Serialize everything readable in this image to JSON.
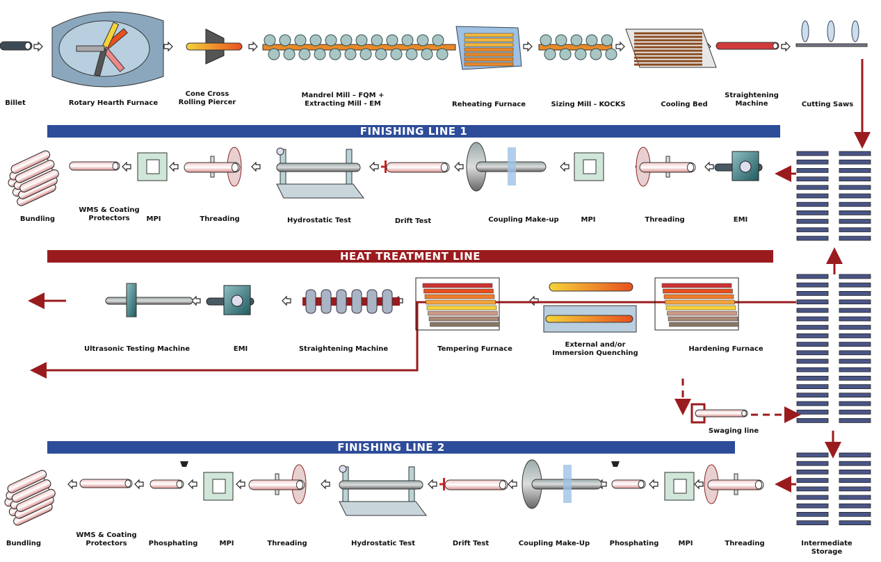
{
  "colors": {
    "finishing_banner": "#2d4c99",
    "heat_banner": "#9a1b1e",
    "flow_arrow": "#9a1b1e",
    "rack_bar": "#4a5587"
  },
  "banners": {
    "finishing_line_1": "FINISHING LINE 1",
    "heat_treatment_line": "HEAT TREATMENT LINE",
    "finishing_line_2": "FINISHING LINE 2"
  },
  "row1": [
    {
      "lines": [
        "Billet"
      ]
    },
    {
      "lines": [
        "Rotary Hearth Furnace"
      ]
    },
    {
      "lines": [
        "Cone Cross",
        "Rolling Piercer"
      ]
    },
    {
      "lines": [
        "Mandrel Mill – FQM +",
        "Extracting Mill - EM"
      ]
    },
    {
      "lines": [
        "Reheating Furnace"
      ]
    },
    {
      "lines": [
        "Sizing Mill - KOCKS"
      ]
    },
    {
      "lines": [
        "Cooling Bed"
      ]
    },
    {
      "lines": [
        "Straightening",
        "Machine"
      ]
    },
    {
      "lines": [
        "Cutting Saws"
      ]
    }
  ],
  "row2": [
    {
      "lines": [
        "Bundling"
      ]
    },
    {
      "lines": [
        "WMS & Coating",
        "Protectors"
      ]
    },
    {
      "lines": [
        "MPI"
      ]
    },
    {
      "lines": [
        "Threading"
      ]
    },
    {
      "lines": [
        "Hydrostatic Test"
      ]
    },
    {
      "lines": [
        "Drift Test"
      ]
    },
    {
      "lines": [
        "Coupling Make-up"
      ]
    },
    {
      "lines": [
        "MPI"
      ]
    },
    {
      "lines": [
        "Threading"
      ]
    },
    {
      "lines": [
        "EMI"
      ]
    }
  ],
  "row3": [
    {
      "lines": [
        "Ultrasonic Testing Machine"
      ]
    },
    {
      "lines": [
        "EMI"
      ]
    },
    {
      "lines": [
        "Straightening Machine"
      ]
    },
    {
      "lines": [
        "Tempering Furnace"
      ]
    },
    {
      "lines": [
        "External and/or",
        "Immersion Quenching"
      ]
    },
    {
      "lines": [
        "Hardening Furnace"
      ]
    },
    {
      "lines": [
        "Swaging line"
      ]
    }
  ],
  "row4": [
    {
      "lines": [
        "Bundling"
      ]
    },
    {
      "lines": [
        "WMS & Coating",
        "Protectors"
      ]
    },
    {
      "lines": [
        "Phosphating"
      ]
    },
    {
      "lines": [
        "MPI"
      ]
    },
    {
      "lines": [
        "Threading"
      ]
    },
    {
      "lines": [
        "Hydrostatic Test"
      ]
    },
    {
      "lines": [
        "Drift Test"
      ]
    },
    {
      "lines": [
        "Coupling Make-Up"
      ]
    },
    {
      "lines": [
        "Phosphating"
      ]
    },
    {
      "lines": [
        "MPI"
      ]
    },
    {
      "lines": [
        "Threading"
      ]
    },
    {
      "lines": [
        "Intermediate",
        "Storage"
      ]
    }
  ]
}
